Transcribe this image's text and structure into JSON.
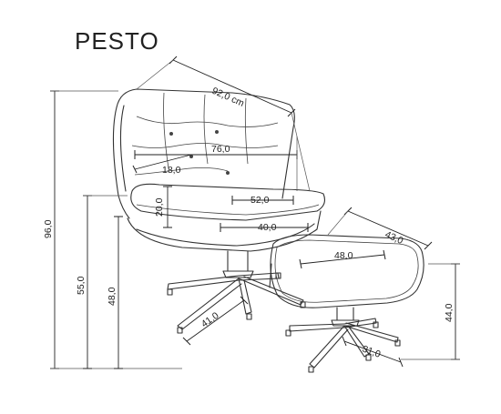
{
  "product": {
    "name": "PESTO"
  },
  "dimensions": {
    "chair_total_width": "92,0 cm",
    "seat_width": "76,0",
    "armrest_height": "18,0",
    "seat_depth": "52,0",
    "seat_thickness": "20,0",
    "seat_front": "40,0",
    "total_height": "96,0",
    "backrest_height": "55,0",
    "seat_height": "48,0",
    "chair_base": "41,0",
    "stool_depth": "43,0",
    "stool_width": "48,0",
    "stool_height": "44,0",
    "stool_base": "31,0"
  }
}
